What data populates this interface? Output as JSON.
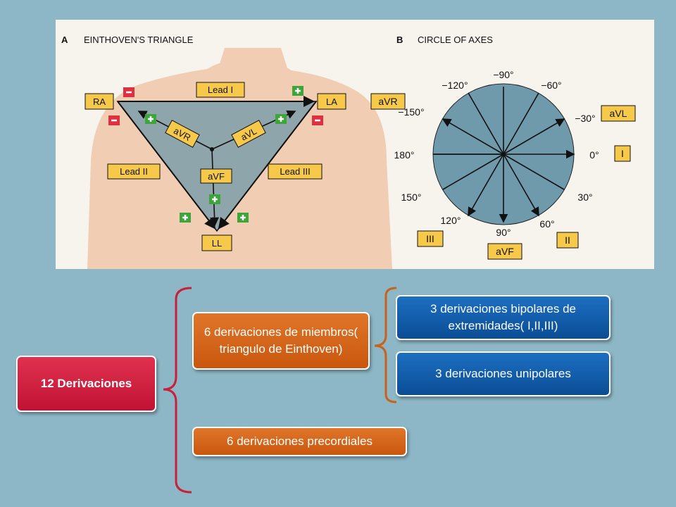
{
  "figure": {
    "panel_a_letter": "A",
    "panel_a_title": "EINTHOVEN'S TRIANGLE",
    "panel_b_letter": "B",
    "panel_b_title": "CIRCLE OF AXES",
    "triangle_labels": {
      "ra": "RA",
      "la": "LA",
      "ll": "LL",
      "lead1": "Lead I",
      "lead2": "Lead II",
      "lead3": "Lead III",
      "avr": "aVR",
      "avl": "aVL",
      "avf": "aVF"
    },
    "circle_angles": {
      "m90": "−90°",
      "m120": "−120°",
      "m60": "−60°",
      "m150": "−150°",
      "m30": "−30°",
      "a180": "180°",
      "a0": "0°",
      "a150": "150°",
      "a30": "30°",
      "a120": "120°",
      "a90": "90°",
      "a60": "60°"
    },
    "circle_labels": {
      "avr": "aVR",
      "avl": "aVL",
      "i": "I",
      "iii": "III",
      "avf": "aVF",
      "ii": "II"
    },
    "colors": {
      "lead_box": "#f6c94a",
      "triangle": "#8da5ab",
      "circle": "#6e9aac",
      "plus": "#3ea53a",
      "minus": "#e03040"
    }
  },
  "diagram": {
    "main": "12 Derivaciones",
    "miembros": "6 derivaciones de miembros( triangulo de Einthoven)",
    "precordiales": "6 derivaciones precordiales",
    "bipolares": "3 derivaciones bipolares de extremidades( I,II,III)",
    "unipolares": "3 derivaciones unipolares",
    "colors": {
      "main": "#d41d3f",
      "branch": "#d4661b",
      "leaf": "#0f5aa8",
      "brace_red": "#c8203a",
      "brace_orange": "#c8621a"
    }
  }
}
